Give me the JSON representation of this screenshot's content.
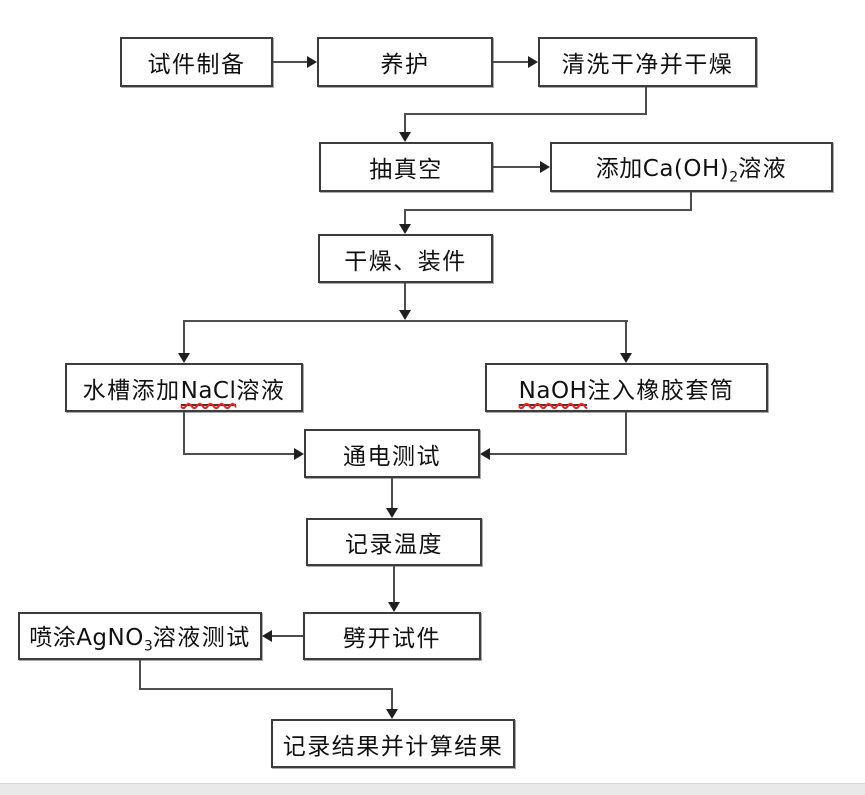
{
  "diagram": {
    "type": "flowchart",
    "language": "zh-CN",
    "nodes": {
      "spec_prep": {
        "label": "试件制备"
      },
      "curing": {
        "label": "养护"
      },
      "clean_dry": {
        "label": "清洗干净并干燥"
      },
      "vacuum": {
        "label": "抽真空"
      },
      "add_caoh2": {
        "pre": "添加Ca(OH)",
        "sub": "2",
        "post": "溶液"
      },
      "dry_assemble": {
        "label": "干燥、装件"
      },
      "nacl_tank": {
        "pre": "水槽添加",
        "misspelled": "NaCl",
        "post": "溶液"
      },
      "naoh_sleeve": {
        "misspelled": "NaOH",
        "post": "注入橡胶套筒"
      },
      "power_test": {
        "label": "通电测试"
      },
      "record_temp": {
        "label": "记录温度"
      },
      "split_specimen": {
        "label": "劈开试件"
      },
      "agno3_spray": {
        "pre": "喷涂AgNO",
        "sub": "3",
        "post": "溶液测试"
      },
      "record_results": {
        "label": "记录结果并计算结果"
      }
    },
    "edges": [
      {
        "from": "spec_prep",
        "to": "curing"
      },
      {
        "from": "curing",
        "to": "clean_dry"
      },
      {
        "from": "clean_dry",
        "to": "vacuum"
      },
      {
        "from": "vacuum",
        "to": "add_caoh2"
      },
      {
        "from": "add_caoh2",
        "to": "dry_assemble"
      },
      {
        "from": "dry_assemble",
        "to": "nacl_tank"
      },
      {
        "from": "dry_assemble",
        "to": "naoh_sleeve"
      },
      {
        "from": "nacl_tank",
        "to": "power_test"
      },
      {
        "from": "naoh_sleeve",
        "to": "power_test"
      },
      {
        "from": "power_test",
        "to": "record_temp"
      },
      {
        "from": "record_temp",
        "to": "split_specimen"
      },
      {
        "from": "split_specimen",
        "to": "agno3_spray"
      },
      {
        "from": "agno3_spray",
        "to": "record_results"
      }
    ],
    "colors": {
      "background": "#ffffff",
      "box_border": "#3c3c3c",
      "connector": "#4d4d4d",
      "arrowhead": "#1f1f1f",
      "spellcheck_underline": "#ff1a1a",
      "bottom_bar": "#e9e9e9"
    }
  }
}
